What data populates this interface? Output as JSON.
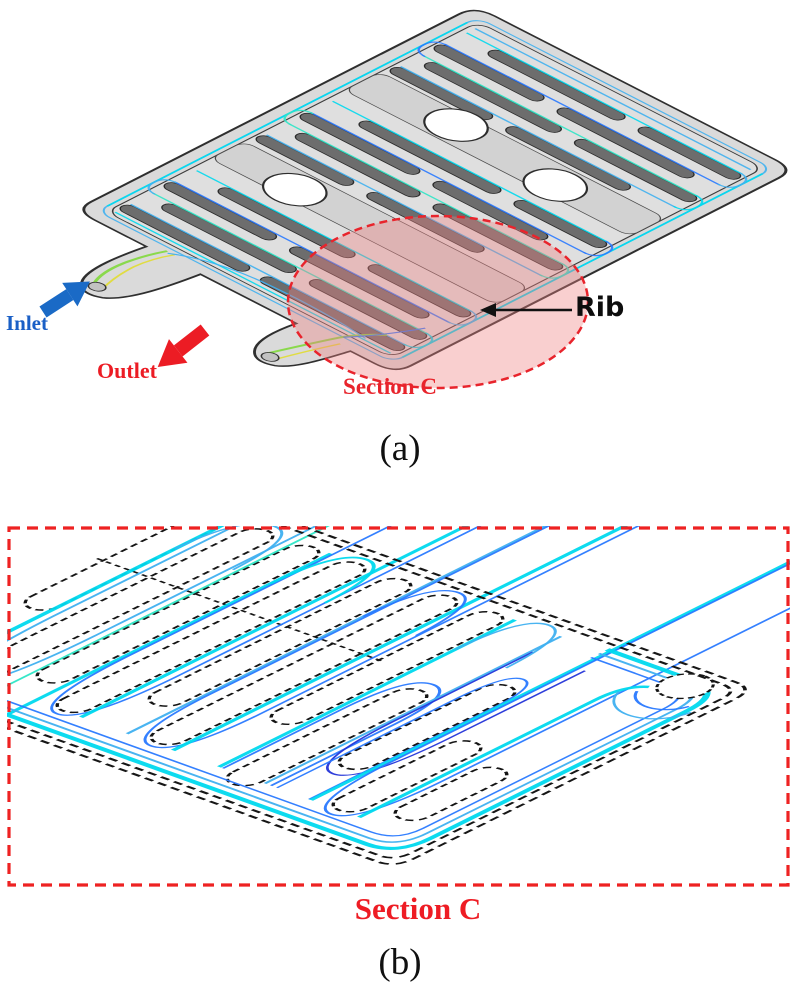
{
  "panel_a": {
    "caption": "(a)",
    "inlet_label": "Inlet",
    "outlet_label": "Outlet",
    "rib_label": "Rib",
    "section_label": "Section C"
  },
  "panel_b": {
    "caption": "(b)",
    "section_label": "Section C"
  },
  "colors": {
    "inlet_blue": "#1a6ac6",
    "outlet_red": "#ec1c24",
    "section_red": "#e8242c",
    "border_red": "#ee2222",
    "leader_black": "#111111",
    "plate_gray": "#dadada",
    "channel_field_gray": "#dfdfdf",
    "land_gray": "#d2d2d2",
    "rib_gray": "#6d6d6d",
    "streamline_cyan": "#00d9ee",
    "streamline_sky": "#3fb0f0",
    "streamline_turquoise": "#2de6c6",
    "streamline_blue": "#2979ff",
    "streamline_navy": "#2434d8",
    "port_green": "#86d944",
    "port_yellow": "#e0dc3a"
  }
}
